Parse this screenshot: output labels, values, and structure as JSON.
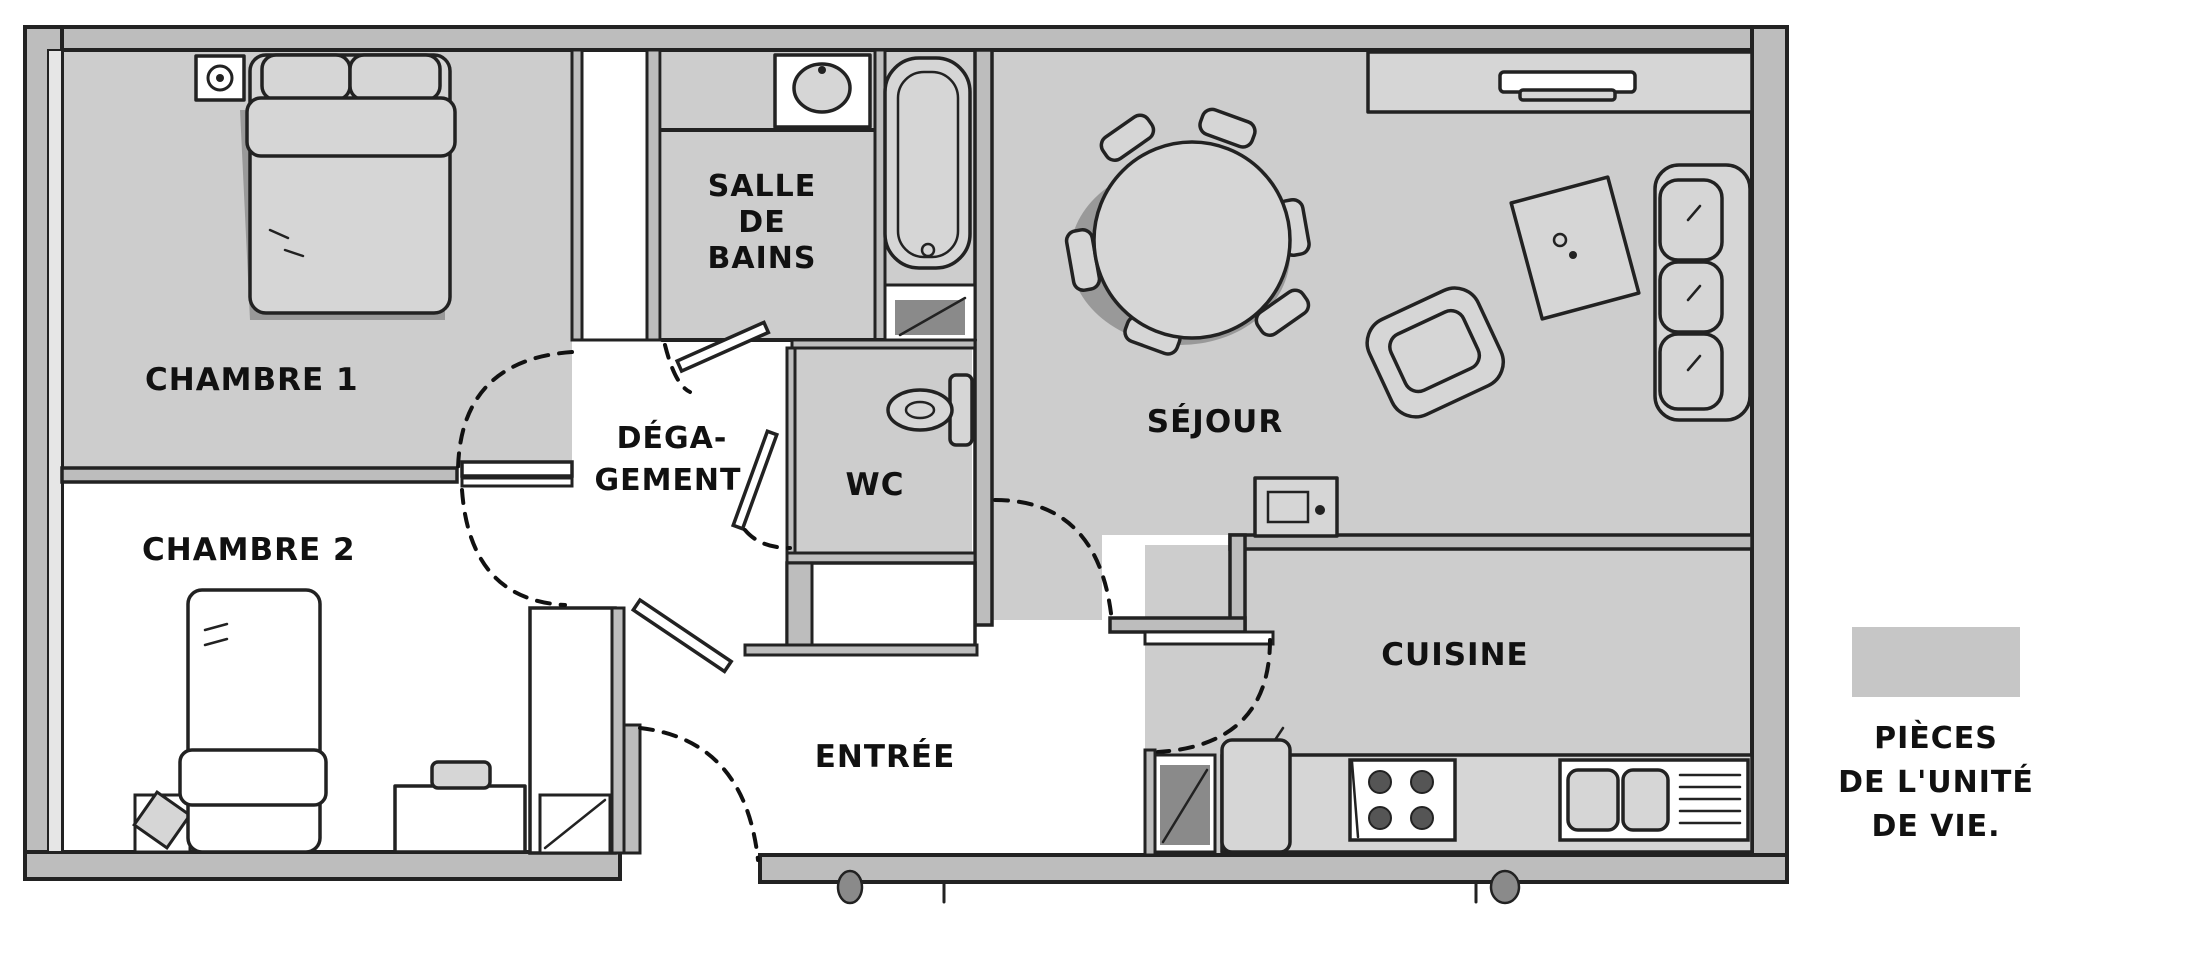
{
  "colors": {
    "living_unit_fill": "#cdcdcd",
    "wall_fill": "#bdbdbd",
    "stroke": "#222222",
    "other_room_fill": "#ffffff"
  },
  "rooms": {
    "chambre1": "CHAMBRE 1",
    "chambre2": "CHAMBRE 2",
    "salle_de_bains": [
      "SALLE",
      "DE",
      "BAINS"
    ],
    "degagement": [
      "DÉGA-",
      "GEMENT"
    ],
    "wc": "WC",
    "sejour": "SÉJOUR",
    "cuisine": "CUISINE",
    "entree": "ENTRÉE"
  },
  "legend": {
    "lines": [
      "PIÈCES",
      "DE L'UNITÉ",
      "DE VIE."
    ]
  }
}
